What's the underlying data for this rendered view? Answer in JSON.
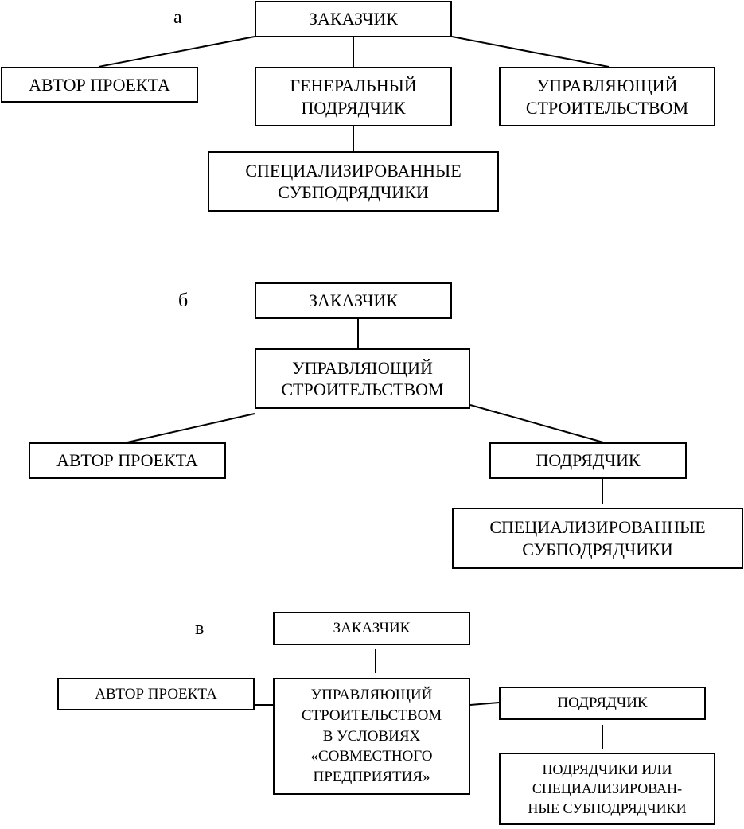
{
  "diagrams": [
    {
      "tag": "а",
      "boxes": {
        "customer": "ЗАКАЗЧИК",
        "author": "АВТОР ПРОЕКТА",
        "general_contractor": "ГЕНЕРАЛЬНЫЙ\nПОДРЯДЧИК",
        "manager": "УПРАВЛЯЮЩИЙ\nСТРОИТЕЛЬСТВОМ",
        "subcontractors": "СПЕЦИАЛИЗИРОВАННЫЕ\nСУБПОДРЯДЧИКИ"
      }
    },
    {
      "tag": "б",
      "boxes": {
        "customer": "ЗАКАЗЧИК",
        "manager": "УПРАВЛЯЮЩИЙ\nСТРОИТЕЛЬСТВОМ",
        "author": "АВТОР ПРОЕКТА",
        "contractor": "ПОДРЯДЧИК",
        "subcontractors": "СПЕЦИАЛИЗИРОВАННЫЕ\nСУБПОДРЯДЧИКИ"
      }
    },
    {
      "tag": "в",
      "boxes": {
        "customer": "ЗАКАЗЧИК",
        "author": "АВТОР ПРОЕКТА",
        "manager": "УПРАВЛЯЮЩИЙ\nСТРОИТЕЛЬСТВОМ\nВ УСЛОВИЯХ\n«СОВМЕСТНОГО\nПРЕДПРИЯТИЯ»",
        "contractor": "ПОДРЯДЧИК",
        "subcontractors": "ПОДРЯДЧИКИ ИЛИ\nСПЕЦИАЛИЗИРОВАН-\nНЫЕ  СУБПОДРЯДЧИКИ"
      }
    }
  ]
}
